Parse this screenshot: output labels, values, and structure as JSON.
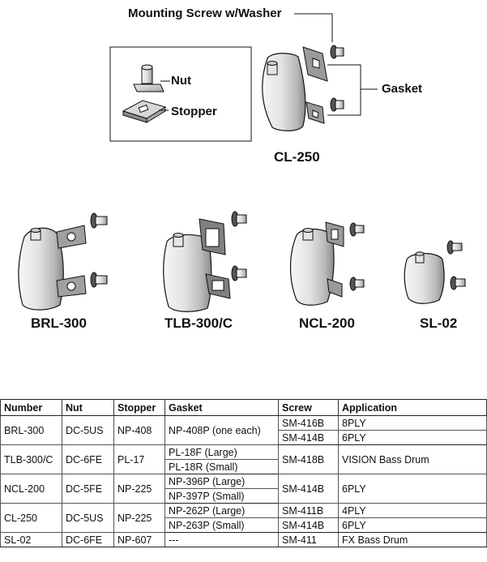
{
  "diagram": {
    "labels": {
      "mounting_screw": "Mounting Screw w/Washer",
      "nut": "Nut",
      "stopper": "Stopper",
      "gasket": "Gasket"
    },
    "models": {
      "cl250": "CL-250",
      "brl300": "BRL-300",
      "tlb300c": "TLB-300/C",
      "ncl200": "NCL-200",
      "sl02": "SL-02"
    }
  },
  "table": {
    "headers": [
      "Number",
      "Nut",
      "Stopper",
      "Gasket",
      "Screw",
      "Application"
    ],
    "groups": [
      {
        "number": "BRL-300",
        "nut": "DC-5US",
        "stopper": "NP-408",
        "gaskets": [
          "NP-408P (one each)"
        ],
        "rows": [
          {
            "screw": "SM-416B",
            "application": "8PLY"
          },
          {
            "screw": "SM-414B",
            "application": "6PLY"
          }
        ]
      },
      {
        "number": "TLB-300/C",
        "nut": "DC-6FE",
        "stopper": "PL-17",
        "gaskets": [
          "PL-18F (Large)",
          "PL-18R (Small)"
        ],
        "rows": [
          {
            "screw": "SM-418B",
            "application": "VISION Bass Drum"
          }
        ]
      },
      {
        "number": "NCL-200",
        "nut": "DC-5FE",
        "stopper": "NP-225",
        "gaskets": [
          "NP-396P (Large)",
          "NP-397P (Small)"
        ],
        "rows": [
          {
            "screw": "SM-414B",
            "application": "6PLY"
          }
        ]
      },
      {
        "number": "CL-250",
        "nut": "DC-5US",
        "stopper": "NP-225",
        "gaskets": [
          "NP-262P (Large)",
          "NP-263P (Small)"
        ],
        "rows": [
          {
            "screw": "SM-411B",
            "application": "4PLY"
          },
          {
            "screw": "SM-414B",
            "application": "6PLY"
          }
        ]
      },
      {
        "number": "SL-02",
        "nut": "DC-6FE",
        "stopper": "NP-607",
        "gaskets": [
          "---"
        ],
        "rows": [
          {
            "screw": "SM-411",
            "application": "FX Bass Drum"
          }
        ]
      }
    ]
  }
}
